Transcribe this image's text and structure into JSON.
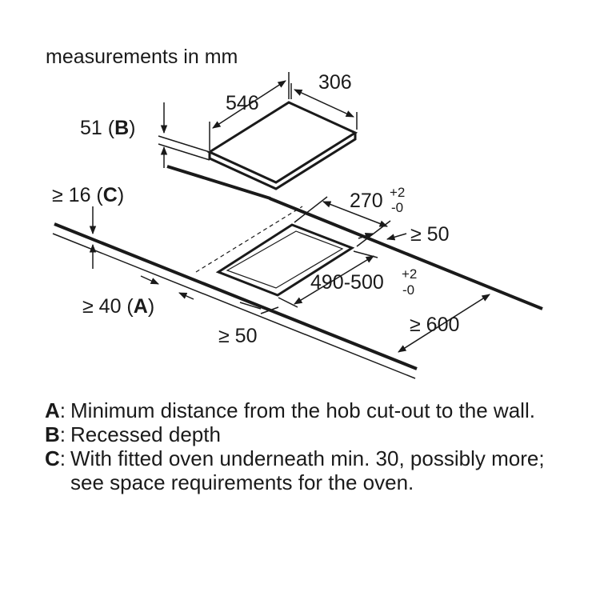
{
  "diagram": {
    "caption": "measurements in mm",
    "hob_width": "546",
    "hob_depth": "306",
    "recess_value": "51 (",
    "recess_key": "B",
    "recess_close": ")",
    "front_value": "≥ 16 (",
    "front_key": "C",
    "front_close": ")",
    "cutout_depth_value": "270",
    "cutout_depth_tol_plus": "+2",
    "cutout_depth_tol_minus": "-0",
    "side_clearance_right": "≥ 50",
    "cutout_width_value": "490-500",
    "cutout_width_tol_plus": "+2",
    "cutout_width_tol_minus": "-0",
    "wall_value": "≥ 40 (",
    "wall_key": "A",
    "wall_close": ")",
    "side_clearance_left": "≥ 50",
    "worktop_depth": "≥ 600"
  },
  "notes": [
    {
      "key": "A",
      "text": "Minimum distance from the hob cut-out to the wall."
    },
    {
      "key": "B",
      "text": "Recessed depth"
    },
    {
      "key": "C",
      "text": "With fitted oven underneath min. 30, possibly more; see space requirements for the oven."
    }
  ]
}
